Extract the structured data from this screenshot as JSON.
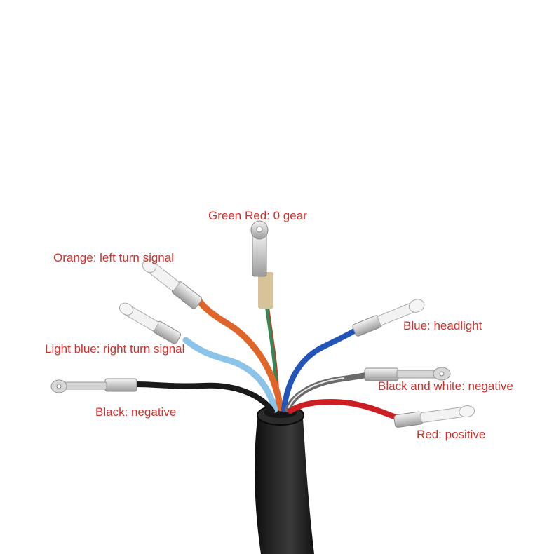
{
  "labels": {
    "green_red": "Green Red: 0 gear",
    "orange": "Orange: left turn signal",
    "light_blue": "Light blue: right turn signal",
    "black": "Black: negative",
    "blue": "Blue: headlight",
    "black_white": "Black and white: negative",
    "red": "Red: positive"
  },
  "colors": {
    "label_text": "#d0312d",
    "cable_jacket": "#1b1b1b",
    "wire_orange": "#e0652a",
    "wire_light_blue": "#8cc3e8",
    "wire_black": "#1a1a1a",
    "wire_blue": "#2355b8",
    "wire_black_white": "#6a6a6a",
    "wire_red": "#cc1f24",
    "wire_green": "#2f8a55",
    "terminal_metal": "#d6d6d6"
  }
}
